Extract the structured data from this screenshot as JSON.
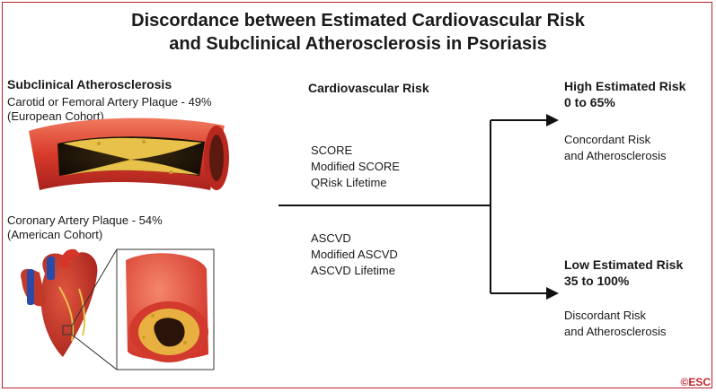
{
  "title": {
    "line1": "Discordance between Estimated Cardiovascular Risk",
    "line2": "and Subclinical Atherosclerosis in Psoriasis"
  },
  "left": {
    "heading": "Subclinical Atherosclerosis",
    "carotid_line1": "Carotid or Femoral Artery Plaque - 49%",
    "carotid_line2": "(European Cohort)",
    "coronary_line1": "Coronary Artery Plaque - 54%",
    "coronary_line2": "(American Cohort)"
  },
  "middle": {
    "heading": "Cardiovascular Risk",
    "scores_eu": [
      "SCORE",
      "Modified SCORE",
      "QRisk Lifetime"
    ],
    "scores_us": [
      "ASCVD",
      "Modified ASCVD",
      "ASCVD Lifetime"
    ]
  },
  "right": {
    "high": {
      "label": "High Estimated Risk",
      "range": "0 to 65%",
      "desc1": "Concordant Risk",
      "desc2": "and Atherosclerosis"
    },
    "low": {
      "label": "Low Estimated Risk",
      "range": "35 to 100%",
      "desc1": "Discordant Risk",
      "desc2": "and Atherosclerosis"
    }
  },
  "copyright": "©ESC",
  "colors": {
    "border": "#b8202a",
    "artery": "#d93a2b",
    "plaque": "#e8c14a",
    "heart": "#c8302a"
  }
}
